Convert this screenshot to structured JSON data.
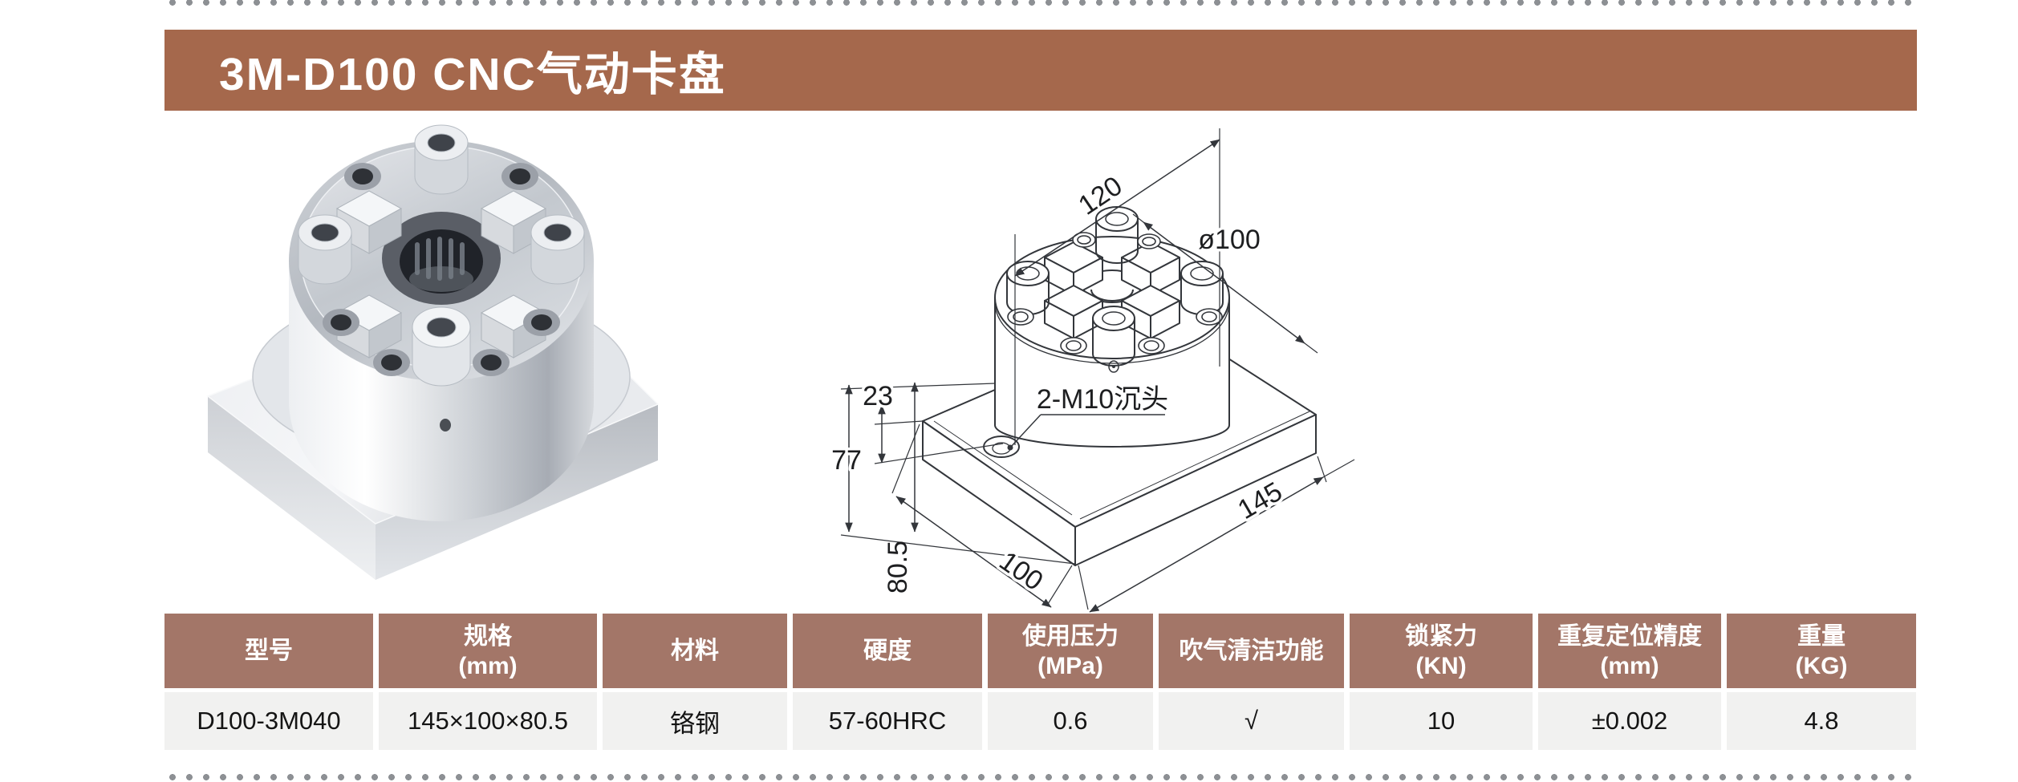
{
  "page": {
    "title": "3M-D100 CNC气动卡盘"
  },
  "drawing": {
    "dim_width_top": "120",
    "dim_diameter": "ø100",
    "dim_chuck_height": "23",
    "dim_height_77": "77",
    "dim_total_height": "80.5",
    "dim_depth": "100",
    "dim_length": "145",
    "label_counterbore": "2-M10沉头"
  },
  "table": {
    "columns": [
      {
        "label": "型号",
        "unit": ""
      },
      {
        "label": "规格",
        "unit": "(mm)"
      },
      {
        "label": "材料",
        "unit": ""
      },
      {
        "label": "硬度",
        "unit": ""
      },
      {
        "label": "使用压力",
        "unit": "(MPa)"
      },
      {
        "label": "吹气清洁功能",
        "unit": ""
      },
      {
        "label": "锁紧力",
        "unit": "(KN)"
      },
      {
        "label": "重复定位精度",
        "unit": "(mm)"
      },
      {
        "label": "重量",
        "unit": "(KG)"
      }
    ],
    "row": {
      "model": "D100-3M040",
      "size": "145×100×80.5",
      "material": "铬钢",
      "hardness": "57-60HRC",
      "pressure": "0.6",
      "air_clean": "√",
      "lock_force": "10",
      "repeat_accuracy": "±0.002",
      "weight": "4.8"
    }
  },
  "colors": {
    "title_bar": "#a5684c",
    "table_header": "#a37668",
    "table_row_bg": "#f1f1f0",
    "perforation_dots": "#8d9094"
  }
}
